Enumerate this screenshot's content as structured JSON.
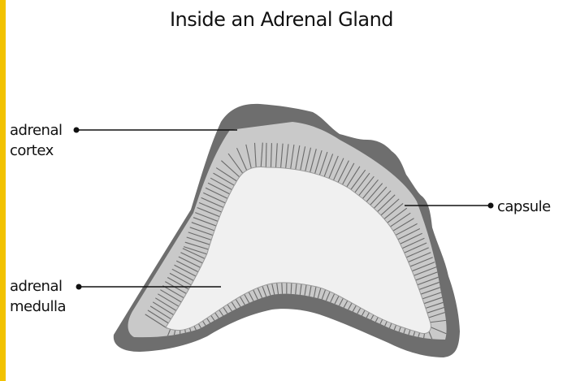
{
  "title": "Inside an Adrenal Gland",
  "labels": {
    "cortex_line1": "adrenal",
    "cortex_line2": "cortex",
    "medulla_line1": "adrenal",
    "medulla_line2": "medulla",
    "capsule": "capsule"
  },
  "colors": {
    "accent_bar": "#f2c200",
    "capsule": "#6e6e6e",
    "cortex": "#c9c9c9",
    "cortex_striations": "#6a6a6a",
    "medulla": "#f0f0f0",
    "text": "#111111"
  }
}
